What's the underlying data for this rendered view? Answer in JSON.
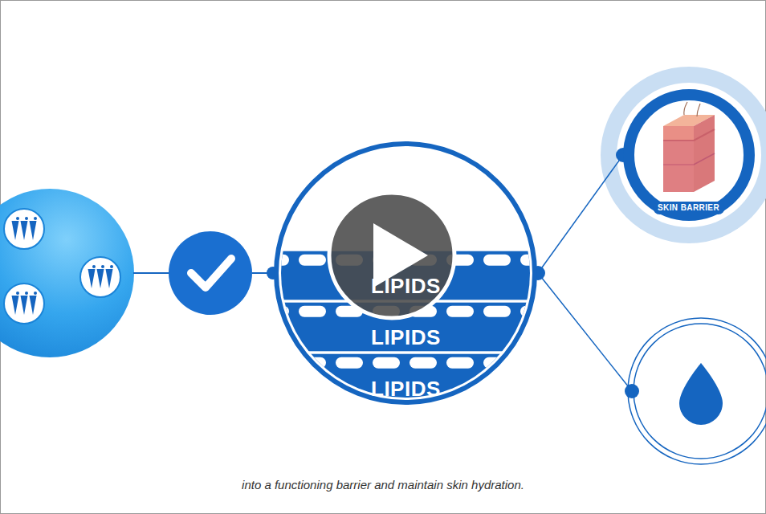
{
  "diagram": {
    "caption": "into a functioning barrier and maintain skin hydration.",
    "nodes": [
      {
        "text": [
          "LIPIDS",
          "LIPIDS",
          "LIPIDS"
        ]
      },
      {
        "text": [
          "SKIN BARRIER"
        ]
      }
    ],
    "edges": [
      {
        "from": 0,
        "to": 1,
        "arrow": "none"
      }
    ]
  }
}
